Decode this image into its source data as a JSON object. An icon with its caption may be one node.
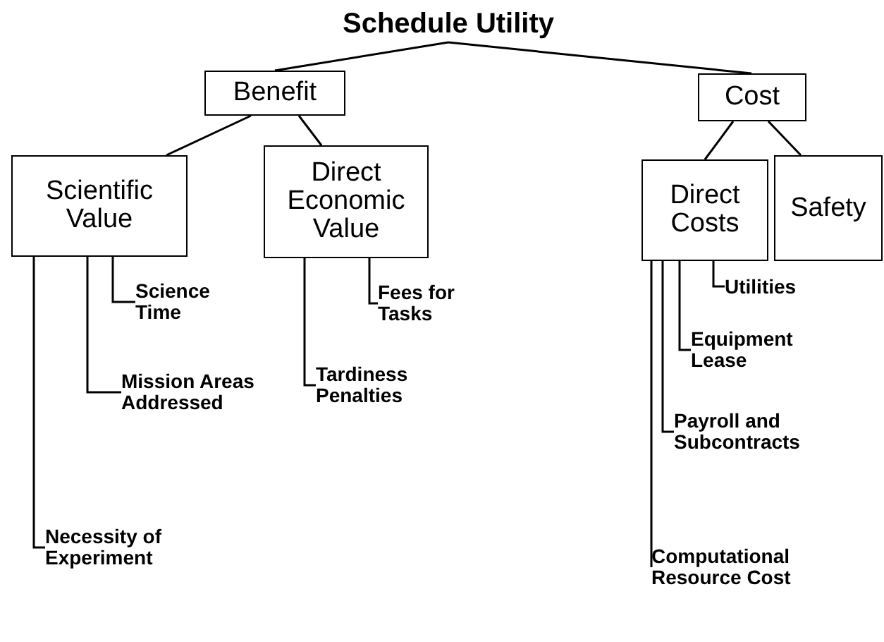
{
  "diagram": {
    "nodes": [
      {
        "text": [
          "Schedule Utility"
        ]
      },
      {
        "text": [
          "Benefit"
        ]
      },
      {
        "text": [
          "Cost"
        ]
      },
      {
        "text": [
          "Scientific Value"
        ]
      },
      {
        "text": [
          "Direct Economic Value"
        ]
      },
      {
        "text": [
          "Direct Costs"
        ]
      },
      {
        "text": [
          "Safety"
        ]
      },
      {
        "text": [
          "Science Time"
        ]
      },
      {
        "text": [
          "Mission Areas Addressed"
        ]
      },
      {
        "text": [
          "Necessity of Experiment"
        ]
      },
      {
        "text": [
          "Fees for Tasks"
        ]
      },
      {
        "text": [
          "Tardiness Penalties"
        ]
      },
      {
        "text": [
          "Utilities"
        ]
      },
      {
        "text": [
          "Equipment Lease"
        ]
      },
      {
        "text": [
          "Payroll and Subcontracts"
        ]
      },
      {
        "text": [
          "Computational Resource Cost"
        ]
      }
    ],
    "edges": [
      {
        "from": 0,
        "to": 1,
        "arrow": "none"
      },
      {
        "from": 0,
        "to": 2,
        "arrow": "none"
      },
      {
        "from": 1,
        "to": 3,
        "arrow": "none"
      },
      {
        "from": 1,
        "to": 4,
        "arrow": "none"
      },
      {
        "from": 2,
        "to": 5,
        "arrow": "none"
      },
      {
        "from": 2,
        "to": 6,
        "arrow": "none"
      },
      {
        "from": 3,
        "to": 7,
        "arrow": "none"
      },
      {
        "from": 3,
        "to": 8,
        "arrow": "none"
      },
      {
        "from": 3,
        "to": 9,
        "arrow": "none"
      },
      {
        "from": 4,
        "to": 10,
        "arrow": "none"
      },
      {
        "from": 4,
        "to": 11,
        "arrow": "none"
      },
      {
        "from": 5,
        "to": 12,
        "arrow": "none"
      },
      {
        "from": 5,
        "to": 13,
        "arrow": "none"
      },
      {
        "from": 5,
        "to": 14,
        "arrow": "none"
      },
      {
        "from": 5,
        "to": 15,
        "arrow": "none"
      }
    ]
  }
}
